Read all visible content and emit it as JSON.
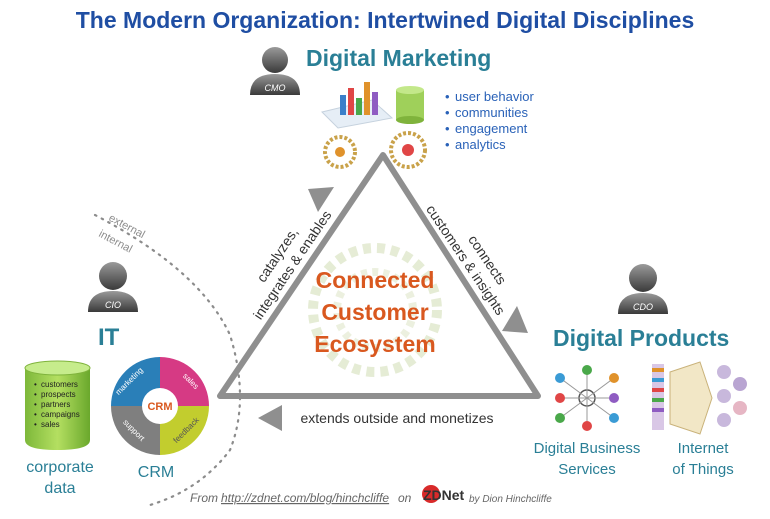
{
  "title": "The Modern Organization: Intertwined Digital Disciplines",
  "marketing": {
    "heading": "Digital Marketing",
    "role": "CMO",
    "bullets": [
      "user behavior",
      "communities",
      "engagement",
      "analytics"
    ]
  },
  "it": {
    "heading": "IT",
    "role": "CIO",
    "db_items": [
      "customers",
      "prospects",
      "partners",
      "campaigns",
      "sales"
    ],
    "db_caption_line1": "corporate",
    "db_caption_line2": "data",
    "crm_center": "CRM",
    "crm_segments": [
      "marketing",
      "sales",
      "feedback",
      "support"
    ],
    "crm_caption": "CRM"
  },
  "products": {
    "heading": "Digital Products",
    "role": "CDO",
    "services_line1": "Digital Business",
    "services_line2": "Services",
    "iot_line1": "Internet",
    "iot_line2": "of Things"
  },
  "center": {
    "line1": "Connected",
    "line2": "Customer",
    "line3": "Ecosystem"
  },
  "edges": {
    "left_line1": "catalyzes,",
    "left_line2": "integrates & enables",
    "right_line1": "connects",
    "right_line2": "customers & insights",
    "bottom": "extends outside and monetizes"
  },
  "boundary": {
    "external": "external",
    "internal": "internal"
  },
  "footer": {
    "prefix": "From",
    "url": "http://zdnet.com/blog/hinchcliffe",
    "on": "on",
    "logo": "ZDNet",
    "byline": "by Dion Hinchcliffe"
  },
  "colors": {
    "title": "#1f4ea3",
    "heading": "#2a7f96",
    "center": "#d9581f",
    "triangle": "#8f8f8f",
    "crm_marketing": "#2a7fb8",
    "crm_sales": "#d63a84",
    "crm_feedback": "#c2cd2e",
    "crm_support": "#7f7f7f"
  }
}
